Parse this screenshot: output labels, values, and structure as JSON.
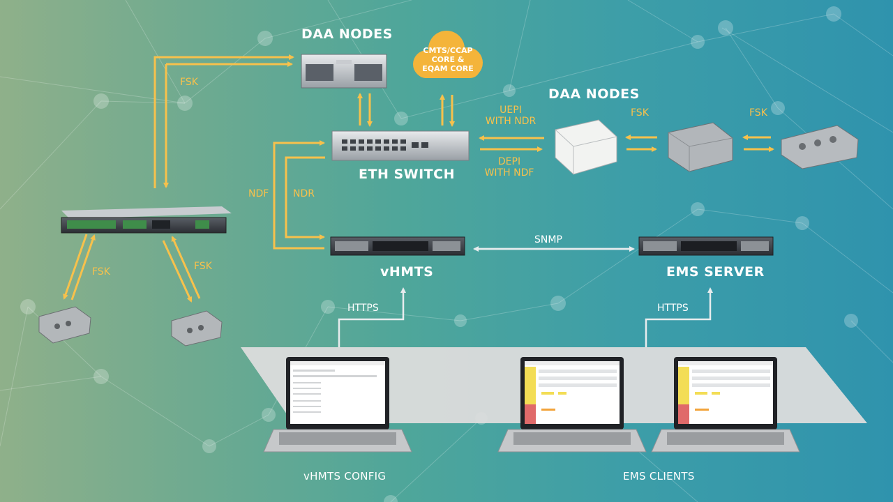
{
  "colors": {
    "link": "#f7c14c",
    "mgmt": "#e8ecee",
    "cloud": "#f4b43a",
    "tray": "#dcdcdc"
  },
  "labels": {
    "daa_nodes_top": "DAA NODES",
    "cloud": [
      "CMTS/CCAP",
      "CORE &",
      "EQAM CORE"
    ],
    "daa_nodes_right": "DAA NODES",
    "eth_switch": "ETH SWITCH",
    "vhmts": "vHMTS",
    "ems_server": "EMS SERVER",
    "vhmts_config": "vHMTS CONFIG",
    "ems_clients": "EMS CLIENTS"
  },
  "links": {
    "fsk_top": "FSK",
    "fsk_left": "FSK",
    "fsk_right": "FSK",
    "fsk_node1": "FSK",
    "fsk_node2": "FSK",
    "uepi": [
      "UEPI",
      "WITH NDR"
    ],
    "depi": [
      "DEPI",
      "WITH NDF"
    ],
    "ndf": "NDF",
    "ndr": "NDR",
    "snmp": "SNMP",
    "https_left": "HTTPS",
    "https_right": "HTTPS"
  }
}
